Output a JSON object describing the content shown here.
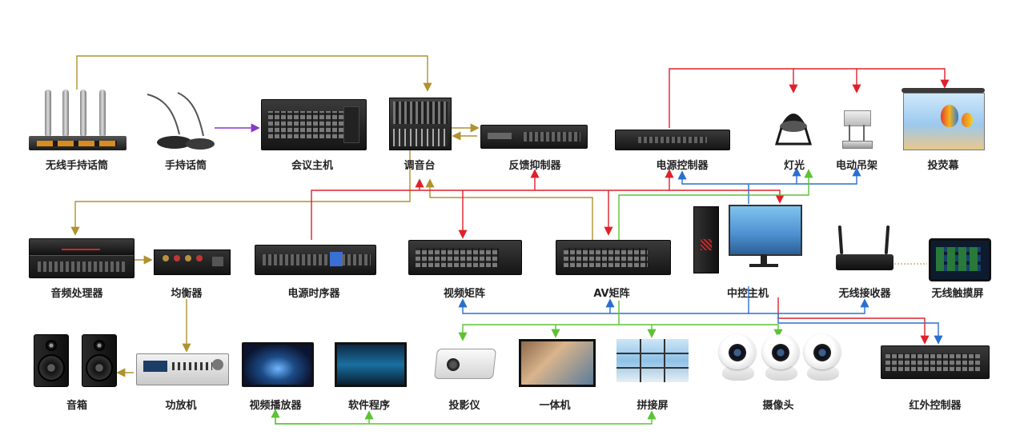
{
  "devices": {
    "wireless_mic": "无线手持话筒",
    "gooseneck_mic": "手持话筒",
    "conference_host": "会议主机",
    "mixer": "调音台",
    "feedback_suppressor": "反馈抑制器",
    "power_controller": "电源控制器",
    "light": "灯光",
    "electric_lift": "电动吊架",
    "projection_screen": "投荧幕",
    "audio_processor": "音频处理器",
    "equalizer": "均衡器",
    "power_sequencer": "电源时序器",
    "video_matrix": "视频矩阵",
    "av_matrix": "AV矩阵",
    "central_host": "中控主机",
    "wireless_receiver": "无线接收器",
    "wireless_touchscreen": "无线触摸屏",
    "speaker": "音箱",
    "amplifier": "功放机",
    "video_player": "视频播放器",
    "software": "软件程序",
    "projector": "投影仪",
    "all_in_one": "一体机",
    "splicing_screen": "拼接屏",
    "camera": "摄像头",
    "ir_controller": "红外控制器"
  },
  "colors": {
    "olive": "#b0922e",
    "red": "#e0202a",
    "blue": "#2a6fd0",
    "green": "#5dc234",
    "purple": "#8a36c8"
  }
}
